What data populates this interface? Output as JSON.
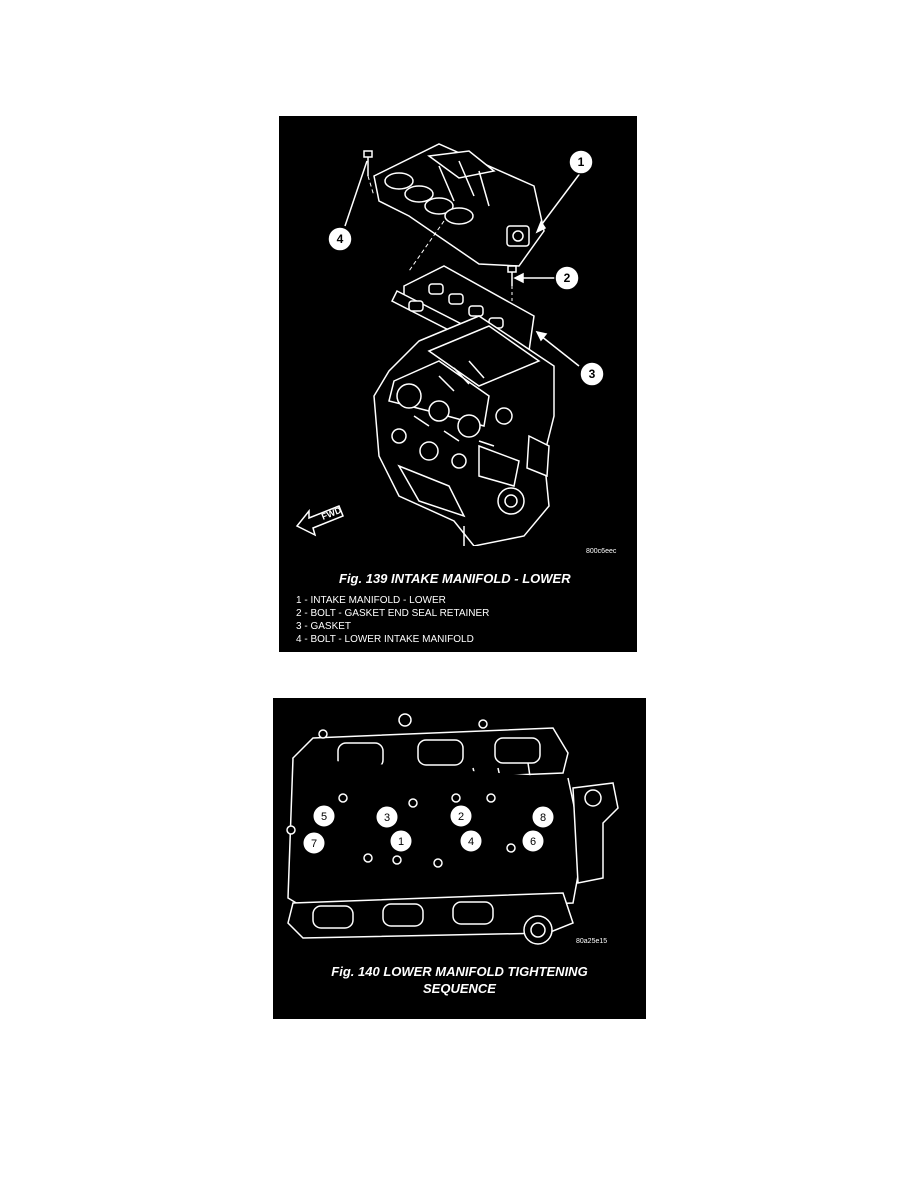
{
  "figure_139": {
    "caption": "Fig. 139 INTAKE MANIFOLD - LOWER",
    "image_code": "800c6eec",
    "direction_label": "FWD",
    "callouts": [
      "1",
      "2",
      "3",
      "4"
    ],
    "legend": [
      "1 - INTAKE MANIFOLD - LOWER",
      "2 - BOLT - GASKET END SEAL RETAINER",
      "3 - GASKET",
      "4 - BOLT - LOWER INTAKE MANIFOLD"
    ]
  },
  "figure_140": {
    "caption_line1": "Fig. 140 LOWER MANIFOLD TIGHTENING",
    "caption_line2": "SEQUENCE",
    "image_code": "80a25e15",
    "sequence": [
      "1",
      "2",
      "3",
      "4",
      "5",
      "6",
      "7",
      "8"
    ]
  }
}
